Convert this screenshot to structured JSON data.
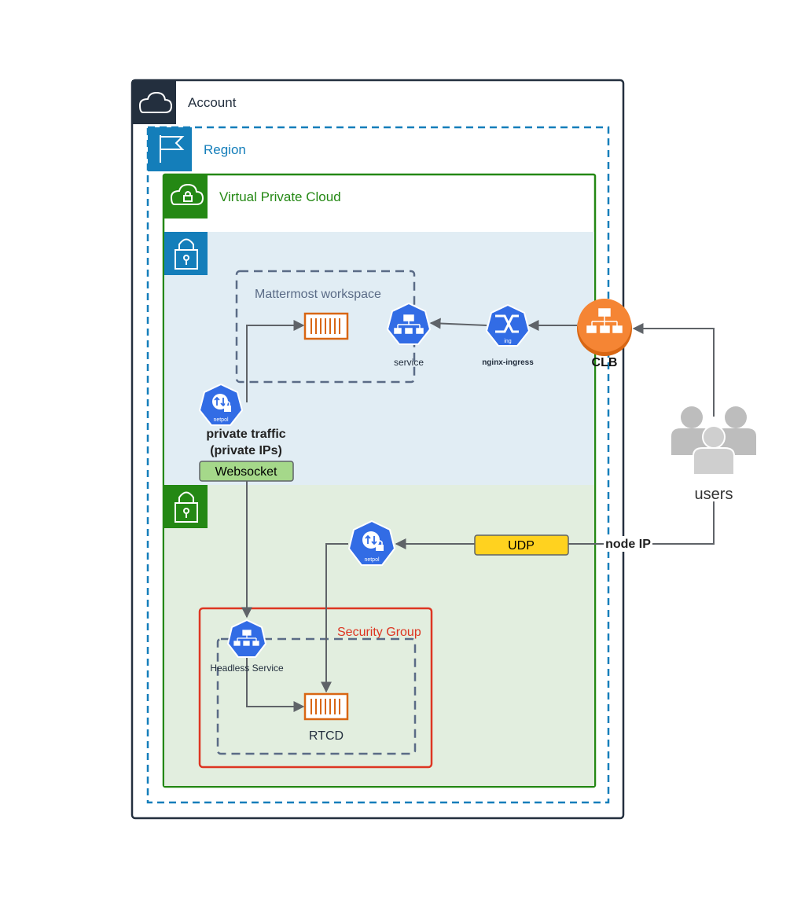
{
  "containers": {
    "account": "Account",
    "region": "Region",
    "vpc": "Virtual Private Cloud",
    "workspace": "Mattermost workspace",
    "security_group": "Security Group"
  },
  "nodes": {
    "service": "service",
    "ingress": "nginx-ingress",
    "clb": "CLB",
    "users": "users",
    "netpol_badge": "netpol",
    "ingress_badge": "ing",
    "headless_service": "Headless Service",
    "rtcd": "RTCD"
  },
  "labels": {
    "private_traffic_line1": "private traffic",
    "private_traffic_line2": "(private IPs)",
    "websocket": "Websocket",
    "udp": "UDP",
    "node_ip": "node IP"
  },
  "colors": {
    "account": "#232f3e",
    "region": "#147eba",
    "vpc": "#248814",
    "private_subnet_fill": "#e1edf4",
    "public_subnet_fill": "#e2eedf",
    "k8s_blue": "#326ce5",
    "container_orange": "#d86613",
    "clb_orange": "#f58534",
    "security_group": "#dd3522",
    "websocket_tag": "#a5d88a",
    "udp_tag": "#ffd21f",
    "users_gray": "#c8c8c8"
  }
}
